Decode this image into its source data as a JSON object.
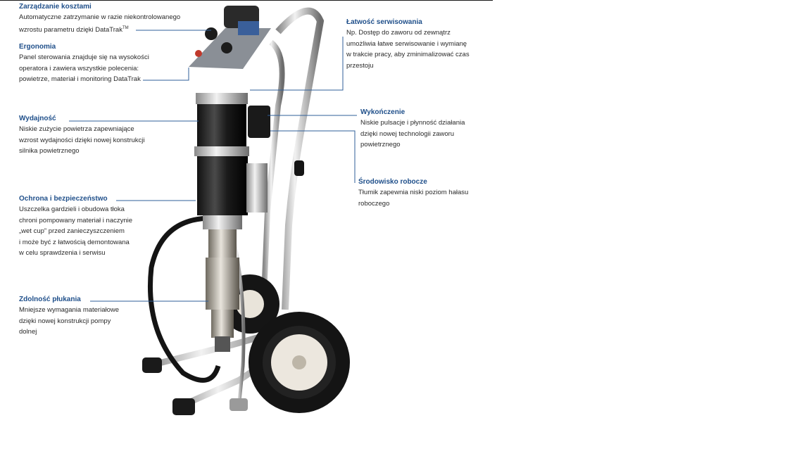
{
  "callouts": [
    {
      "id": "costs",
      "title": "Zarządzanie kosztami",
      "lines": [
        "Automatyczne zatrzymanie w razie niekontrolowanego",
        "wzrostu parametru dzięki DataTrak"
      ],
      "sup": "TM"
    },
    {
      "id": "ergonomics",
      "title": "Ergonomia",
      "lines": [
        "Panel sterowania znajduje się na wysokości",
        "operatora i zawiera wszystkie polecenia:",
        "powietrze, materiał i monitoring DataTrak"
      ]
    },
    {
      "id": "performance",
      "title": "Wydajność",
      "lines": [
        "Niskie zużycie powietrza zapewniające",
        "wzrost wydajności dzięki nowej konstrukcji",
        "silnika powietrznego"
      ]
    },
    {
      "id": "protection",
      "title": "Ochrona i bezpieczeństwo",
      "lines": [
        "Uszczelka gardzieli i obudowa tłoka",
        "chroni pompowany materiał i naczynie",
        "„wet cup” przed zanieczyszczeniem",
        "i może być z łatwością demontowana",
        "w celu sprawdzenia i serwisu"
      ]
    },
    {
      "id": "flushing",
      "title": "Zdolność płukania",
      "lines": [
        "Mniejsze wymagania materiałowe",
        "dzięki nowej konstrukcji pompy",
        "dolnej"
      ]
    },
    {
      "id": "service",
      "title": "Łatwość serwisowania",
      "lines": [
        "Np. Dostęp do zaworu od zewnątrz",
        "umożliwia łatwe serwisowanie i wymianę",
        "w trakcie pracy, aby zminimalizować czas",
        "przestoju"
      ]
    },
    {
      "id": "finish",
      "title": "Wykończenie",
      "lines": [
        "Niskie pulsacje i płynność działania",
        "dzięki nowej technologii zaworu",
        "powietrznego"
      ]
    },
    {
      "id": "environment",
      "title": "Środowisko robocze",
      "lines": [
        "Tłumik zapewnia niski poziom hałasu",
        "roboczego"
      ]
    }
  ],
  "colors": {
    "title": "#1f4f8a",
    "leader": "#2f5f9a",
    "body_text": "#2a2a2a"
  }
}
